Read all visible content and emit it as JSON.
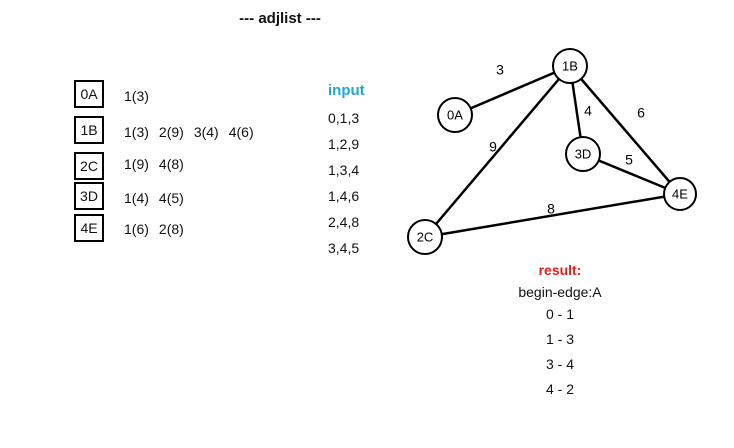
{
  "title": "---  adjlist  ---",
  "adjlist": [
    {
      "label": "0A",
      "neighbors": [
        "1(3)"
      ]
    },
    {
      "label": "1B",
      "neighbors": [
        "1(3)",
        "2(9)",
        "3(4)",
        "4(6)"
      ]
    },
    {
      "label": "2C",
      "neighbors": [
        "1(9)",
        "4(8)"
      ]
    },
    {
      "label": "3D",
      "neighbors": [
        "1(4)",
        "4(5)"
      ]
    },
    {
      "label": "4E",
      "neighbors": [
        "1(6)",
        "2(8)"
      ]
    }
  ],
  "input": {
    "title": "input",
    "lines": [
      "0,1,3",
      "1,2,9",
      "1,3,4",
      "1,4,6",
      "2,4,8",
      "3,4,5"
    ]
  },
  "graph": {
    "nodes": [
      {
        "id": 0,
        "label": "0A"
      },
      {
        "id": 1,
        "label": "1B"
      },
      {
        "id": 2,
        "label": "2C"
      },
      {
        "id": 3,
        "label": "3D"
      },
      {
        "id": 4,
        "label": "4E"
      }
    ],
    "edges": [
      {
        "from": 0,
        "to": 1,
        "weight": "3"
      },
      {
        "from": 1,
        "to": 2,
        "weight": "9"
      },
      {
        "from": 1,
        "to": 3,
        "weight": "4"
      },
      {
        "from": 1,
        "to": 4,
        "weight": "6"
      },
      {
        "from": 2,
        "to": 4,
        "weight": "8"
      },
      {
        "from": 3,
        "to": 4,
        "weight": "5"
      }
    ]
  },
  "result": {
    "title": "result:",
    "subtitle": "begin-edge:A",
    "lines": [
      "0 - 1",
      "1 - 3",
      "3 - 4",
      "4 - 2"
    ]
  },
  "colors": {
    "input_title": "#1ba8d8",
    "result_title": "#e02020"
  }
}
